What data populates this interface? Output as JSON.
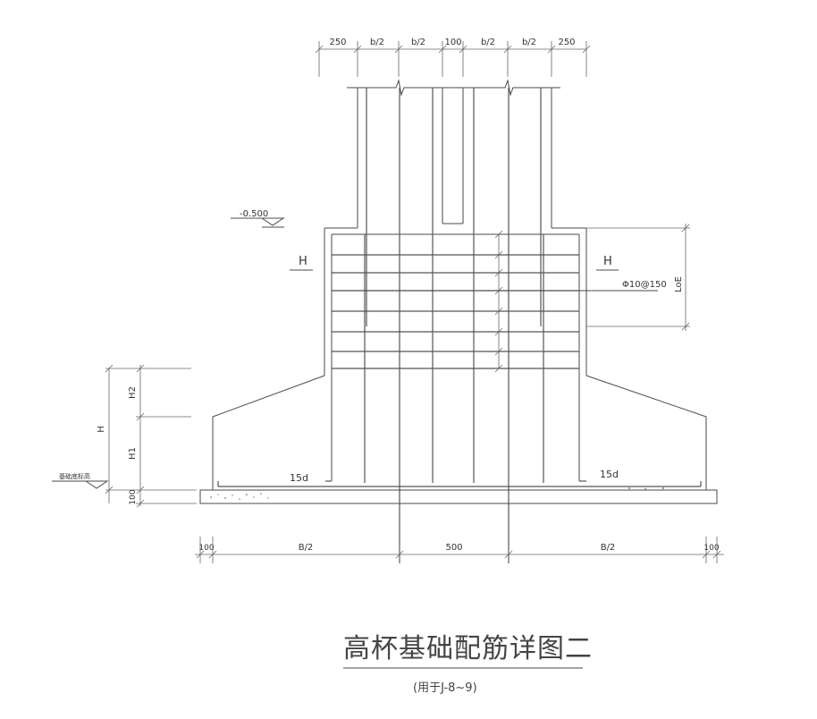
{
  "title": "高杯基础配筋详图二",
  "subtitle": "(用于J-8~9)",
  "top_dims": [
    "250",
    "b/2",
    "b/2",
    "100",
    "b/2",
    "b/2",
    "250"
  ],
  "bottom_dims": [
    "100",
    "B/2",
    "500",
    "B/2",
    "100"
  ],
  "elevation_label": "-0.500",
  "ground_label": "基础底标高",
  "section_mark": "H",
  "rebar_note": "Φ10@150",
  "anchor_label": "LoE",
  "hook_label": "15d",
  "height_labels": {
    "h2": "H2",
    "h1": "H1",
    "h": "H",
    "pad": "100"
  }
}
